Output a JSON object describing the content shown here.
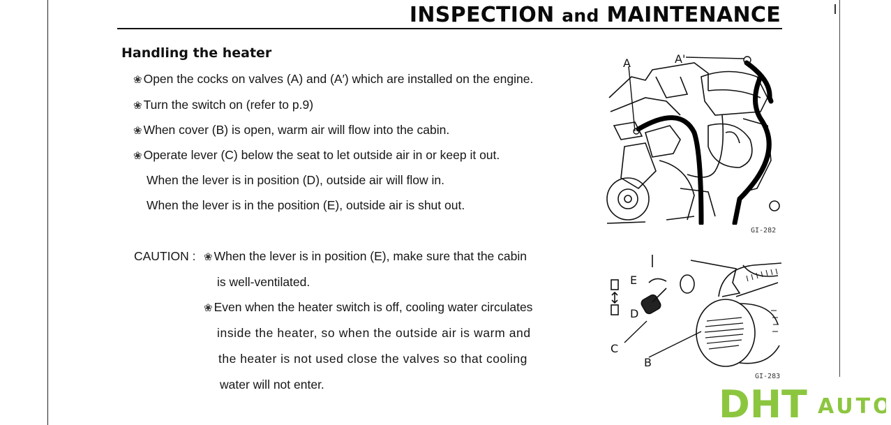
{
  "header": {
    "title_part1": "INSPECTION",
    "title_and": "and",
    "title_part2": "MAINTENANCE"
  },
  "section": {
    "heading": "Handling the heater",
    "bullet_symbol": "❀",
    "items": [
      "Open the cocks on valves (A) and (A′) which are installed on the engine.",
      "Turn the switch on (refer to p.9)",
      "When cover (B) is open, warm air will flow into the cabin.",
      "Operate lever (C) below the seat to let outside air in or keep it out."
    ],
    "sub_lines": [
      "When the lever is in position (D), outside air will flow in.",
      "When the lever is in the position (E), outside air is shut out."
    ]
  },
  "caution": {
    "label": "CAUTION :",
    "item1_lines": [
      "When the lever is in position (E), make sure that the cabin",
      "is well-ventilated."
    ],
    "item2_lines": [
      "Even when the heater switch is off, cooling water circulates",
      "inside the heater, so when the outside air is warm and",
      "the heater is not used close the valves so that cooling",
      "water will not enter."
    ]
  },
  "figure1": {
    "code": "GI-282",
    "label_a": "A",
    "label_a_prime": "A'"
  },
  "figure2": {
    "code": "GI-283",
    "label_e": "E",
    "label_d": "D",
    "label_c": "C",
    "label_b": "B"
  },
  "logo": {
    "mark": "DHT",
    "word": "AUTO",
    "color": "#8cc63f"
  }
}
